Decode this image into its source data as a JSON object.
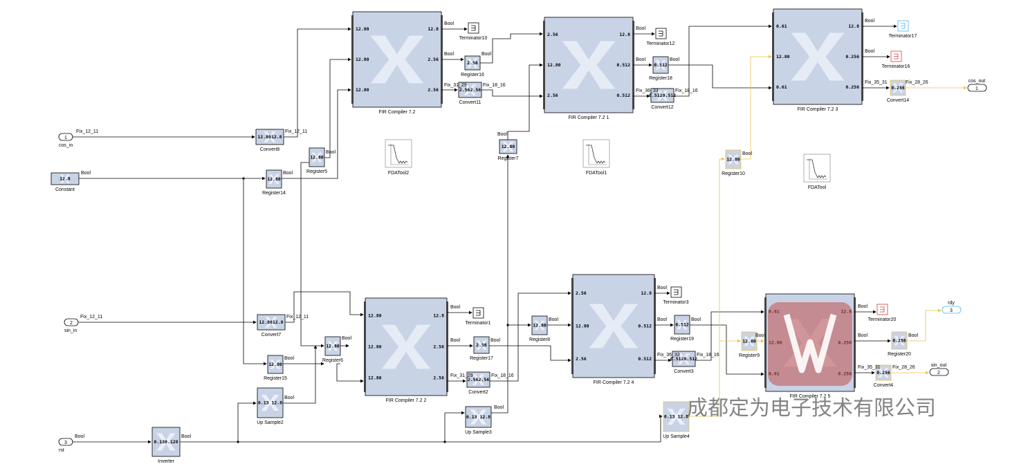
{
  "watermark": "成都定为电子技术有限公司",
  "colors": {
    "block_fill": "#c9d3e6",
    "block_stroke": "#000000",
    "yellow": "#e8c34a",
    "cyan": "#4ab4e8",
    "red": "#d93a3a",
    "logo_red": "#c0504d"
  },
  "in_ports": [
    {
      "id": "cos_in",
      "num": "1",
      "label": "cos_in",
      "sig": "Fix_12_11"
    },
    {
      "id": "sin_in",
      "num": "2",
      "label": "sin_in",
      "sig": "Fix_12_11"
    },
    {
      "id": "rst",
      "num": "3",
      "label": "rst",
      "sig": "Bool"
    }
  ],
  "out_ports": [
    {
      "id": "cos_out",
      "num": "1",
      "label": "cos_out"
    },
    {
      "id": "sin_out",
      "num": "2",
      "label": "sin_out"
    },
    {
      "id": "rdy",
      "num": "3",
      "label": "rdy"
    }
  ],
  "fir_blocks": [
    {
      "id": "fir0",
      "name": "FIR Compiler 7.2",
      "in": [
        "12.80",
        "12.80",
        "12.80"
      ],
      "out": [
        "12.8",
        "2.56",
        "2.56"
      ]
    },
    {
      "id": "fir1",
      "name": "FIR Compiler 7.2 1",
      "in": [
        "2.56",
        "12.80",
        "2.56"
      ],
      "out": [
        "12.8",
        "0.512",
        "0.512"
      ]
    },
    {
      "id": "fir3",
      "name": "FIR Compiler 7.2 3",
      "in": [
        "0.61",
        "12.80",
        "0.61"
      ],
      "out": [
        "12.8",
        "0.256",
        "0.256"
      ]
    },
    {
      "id": "fir2",
      "name": "FIR Compiler 7.2 2",
      "in": [
        "12.80",
        "12.80",
        "12.80"
      ],
      "out": [
        "12.8",
        "2.56",
        "2.56"
      ]
    },
    {
      "id": "fir4",
      "name": "FIR Compiler 7.2 4",
      "in": [
        "2.56",
        "12.80",
        "2.56"
      ],
      "out": [
        "12.8",
        "0.512",
        "0.512"
      ]
    },
    {
      "id": "fir5",
      "name": "FIR Compiler 7.2 5",
      "in": [
        "0.61",
        "12.80",
        "0.61"
      ],
      "out": [
        "12.8",
        "0.256",
        "0.256"
      ]
    }
  ],
  "small_blocks": [
    {
      "id": "convert8",
      "name": "Convert8",
      "text": "12.8012.8"
    },
    {
      "id": "register5",
      "name": "Register5",
      "text": "12.80"
    },
    {
      "id": "constant",
      "name": "Constant",
      "text": "12.8"
    },
    {
      "id": "register14",
      "name": "Register14",
      "text": "12.80"
    },
    {
      "id": "register16",
      "name": "Register16",
      "text": "2.56"
    },
    {
      "id": "convert11",
      "name": "Convert11",
      "text": "2.562.56"
    },
    {
      "id": "register7",
      "name": "Register7",
      "text": "12.80"
    },
    {
      "id": "register18",
      "name": "Register18",
      "text": "0.512"
    },
    {
      "id": "convert12",
      "name": "Convert12",
      "text": "0.5120.512"
    },
    {
      "id": "register10",
      "name": "Register10",
      "text": "12.80"
    },
    {
      "id": "convert14",
      "name": "Convert14",
      "text": "0.256"
    },
    {
      "id": "convert7",
      "name": "Convert7",
      "text": "12.8012.8"
    },
    {
      "id": "register15",
      "name": "Register15",
      "text": "12.80"
    },
    {
      "id": "register6",
      "name": "Register6",
      "text": "12.80"
    },
    {
      "id": "upsample2",
      "name": "Up Sample2",
      "text": "0.13 12.8"
    },
    {
      "id": "inverter",
      "name": "Inverter",
      "text": "0.130.128"
    },
    {
      "id": "register17",
      "name": "Register17",
      "text": "2.56"
    },
    {
      "id": "convert2",
      "name": "Convert2",
      "text": "2.562.56"
    },
    {
      "id": "upsample3",
      "name": "Up Sample3",
      "text": "0.13 12.8"
    },
    {
      "id": "register8",
      "name": "Register8",
      "text": "12.80"
    },
    {
      "id": "register19",
      "name": "Register19",
      "text": "0.512"
    },
    {
      "id": "convert3",
      "name": "Convert3",
      "text": "0.5120.512"
    },
    {
      "id": "upsample4",
      "name": "Up Sample4",
      "text": "0.13 12.8"
    },
    {
      "id": "register9",
      "name": "Register9",
      "text": "12.80"
    },
    {
      "id": "register20",
      "name": "Register20",
      "text": "0.256"
    },
    {
      "id": "convert4",
      "name": "Convert4",
      "text": "0.256"
    }
  ],
  "terminators": [
    {
      "id": "t10",
      "name": "Terminator10"
    },
    {
      "id": "t12",
      "name": "Terminator12"
    },
    {
      "id": "t17",
      "name": "Terminator17"
    },
    {
      "id": "t16",
      "name": "Terminator16"
    },
    {
      "id": "t1",
      "name": "Terminator1"
    },
    {
      "id": "t3",
      "name": "Terminator3"
    },
    {
      "id": "t20",
      "name": "Terminator20"
    }
  ],
  "fda_tools": [
    {
      "id": "fda2",
      "name": "FDATool2"
    },
    {
      "id": "fda1",
      "name": "FDATool1"
    },
    {
      "id": "fda0",
      "name": "FDATool"
    }
  ],
  "signal_labels": [
    "Bool",
    "Fix_12_11",
    "Fix_31_29",
    "Fix_18_16",
    "Fix_36_33",
    "Fix_35_31",
    "Fix_28_26"
  ]
}
